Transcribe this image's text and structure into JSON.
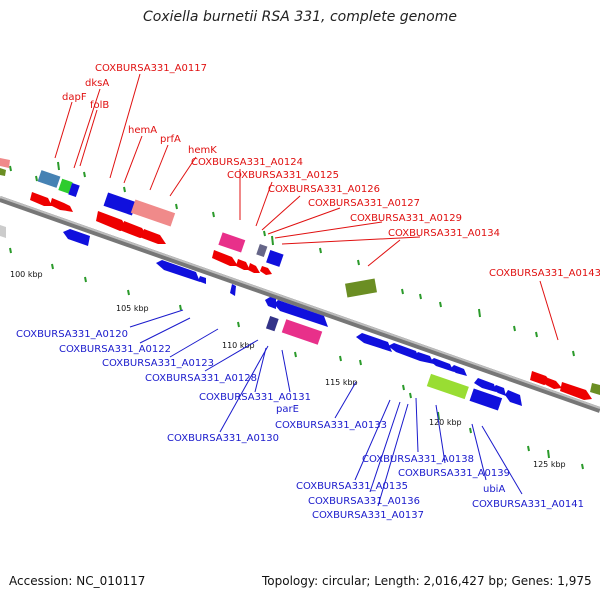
{
  "title": "Coxiella burnetii RSA 331, complete genome",
  "footer": {
    "accession": "Accession: NC_010117",
    "summary": "Topology: circular; Length: 2,016,427 bp; Genes: 1,975"
  },
  "colors": {
    "forward_gene": "#ee0000",
    "reverse_gene": "#1010dd",
    "pink_gene": "#e8308a",
    "salmon_gene": "#f08a8a",
    "olive_gene": "#6b8e23",
    "lime_gene": "#99dd33",
    "backbone": "#888888",
    "tick": "#2a9a2a"
  },
  "ruler": {
    "ticks": [
      "100 kbp",
      "105 kbp",
      "110 kbp",
      "115 kbp",
      "120 kbp",
      "125 kbp"
    ]
  },
  "labels": {
    "top": [
      "COXBURSA331_A0117",
      "dksA",
      "dapF",
      "folB",
      "hemA",
      "prfA",
      "hemK",
      "COXBURSA331_A0124",
      "COXBURSA331_A0125",
      "COXBURSA331_A0126",
      "COXBURSA331_A0127",
      "COXBURSA331_A0129",
      "COXBURSA331_A0134",
      "COXBURSA331_A0143"
    ],
    "bottom": [
      "COXBURSA331_A0120",
      "COXBURSA331_A0122",
      "COXBURSA331_A0123",
      "COXBURSA331_A0128",
      "COXBURSA331_A0131",
      "parE",
      "COXBURSA331_A0130",
      "COXBURSA331_A0133",
      "COXBURSA331_A0138",
      "COXBURSA331_A0139",
      "COXBURSA331_A0135",
      "ubiA",
      "COXBURSA331_A0136",
      "COXBURSA331_A0141",
      "COXBURSA331_A0137"
    ]
  }
}
